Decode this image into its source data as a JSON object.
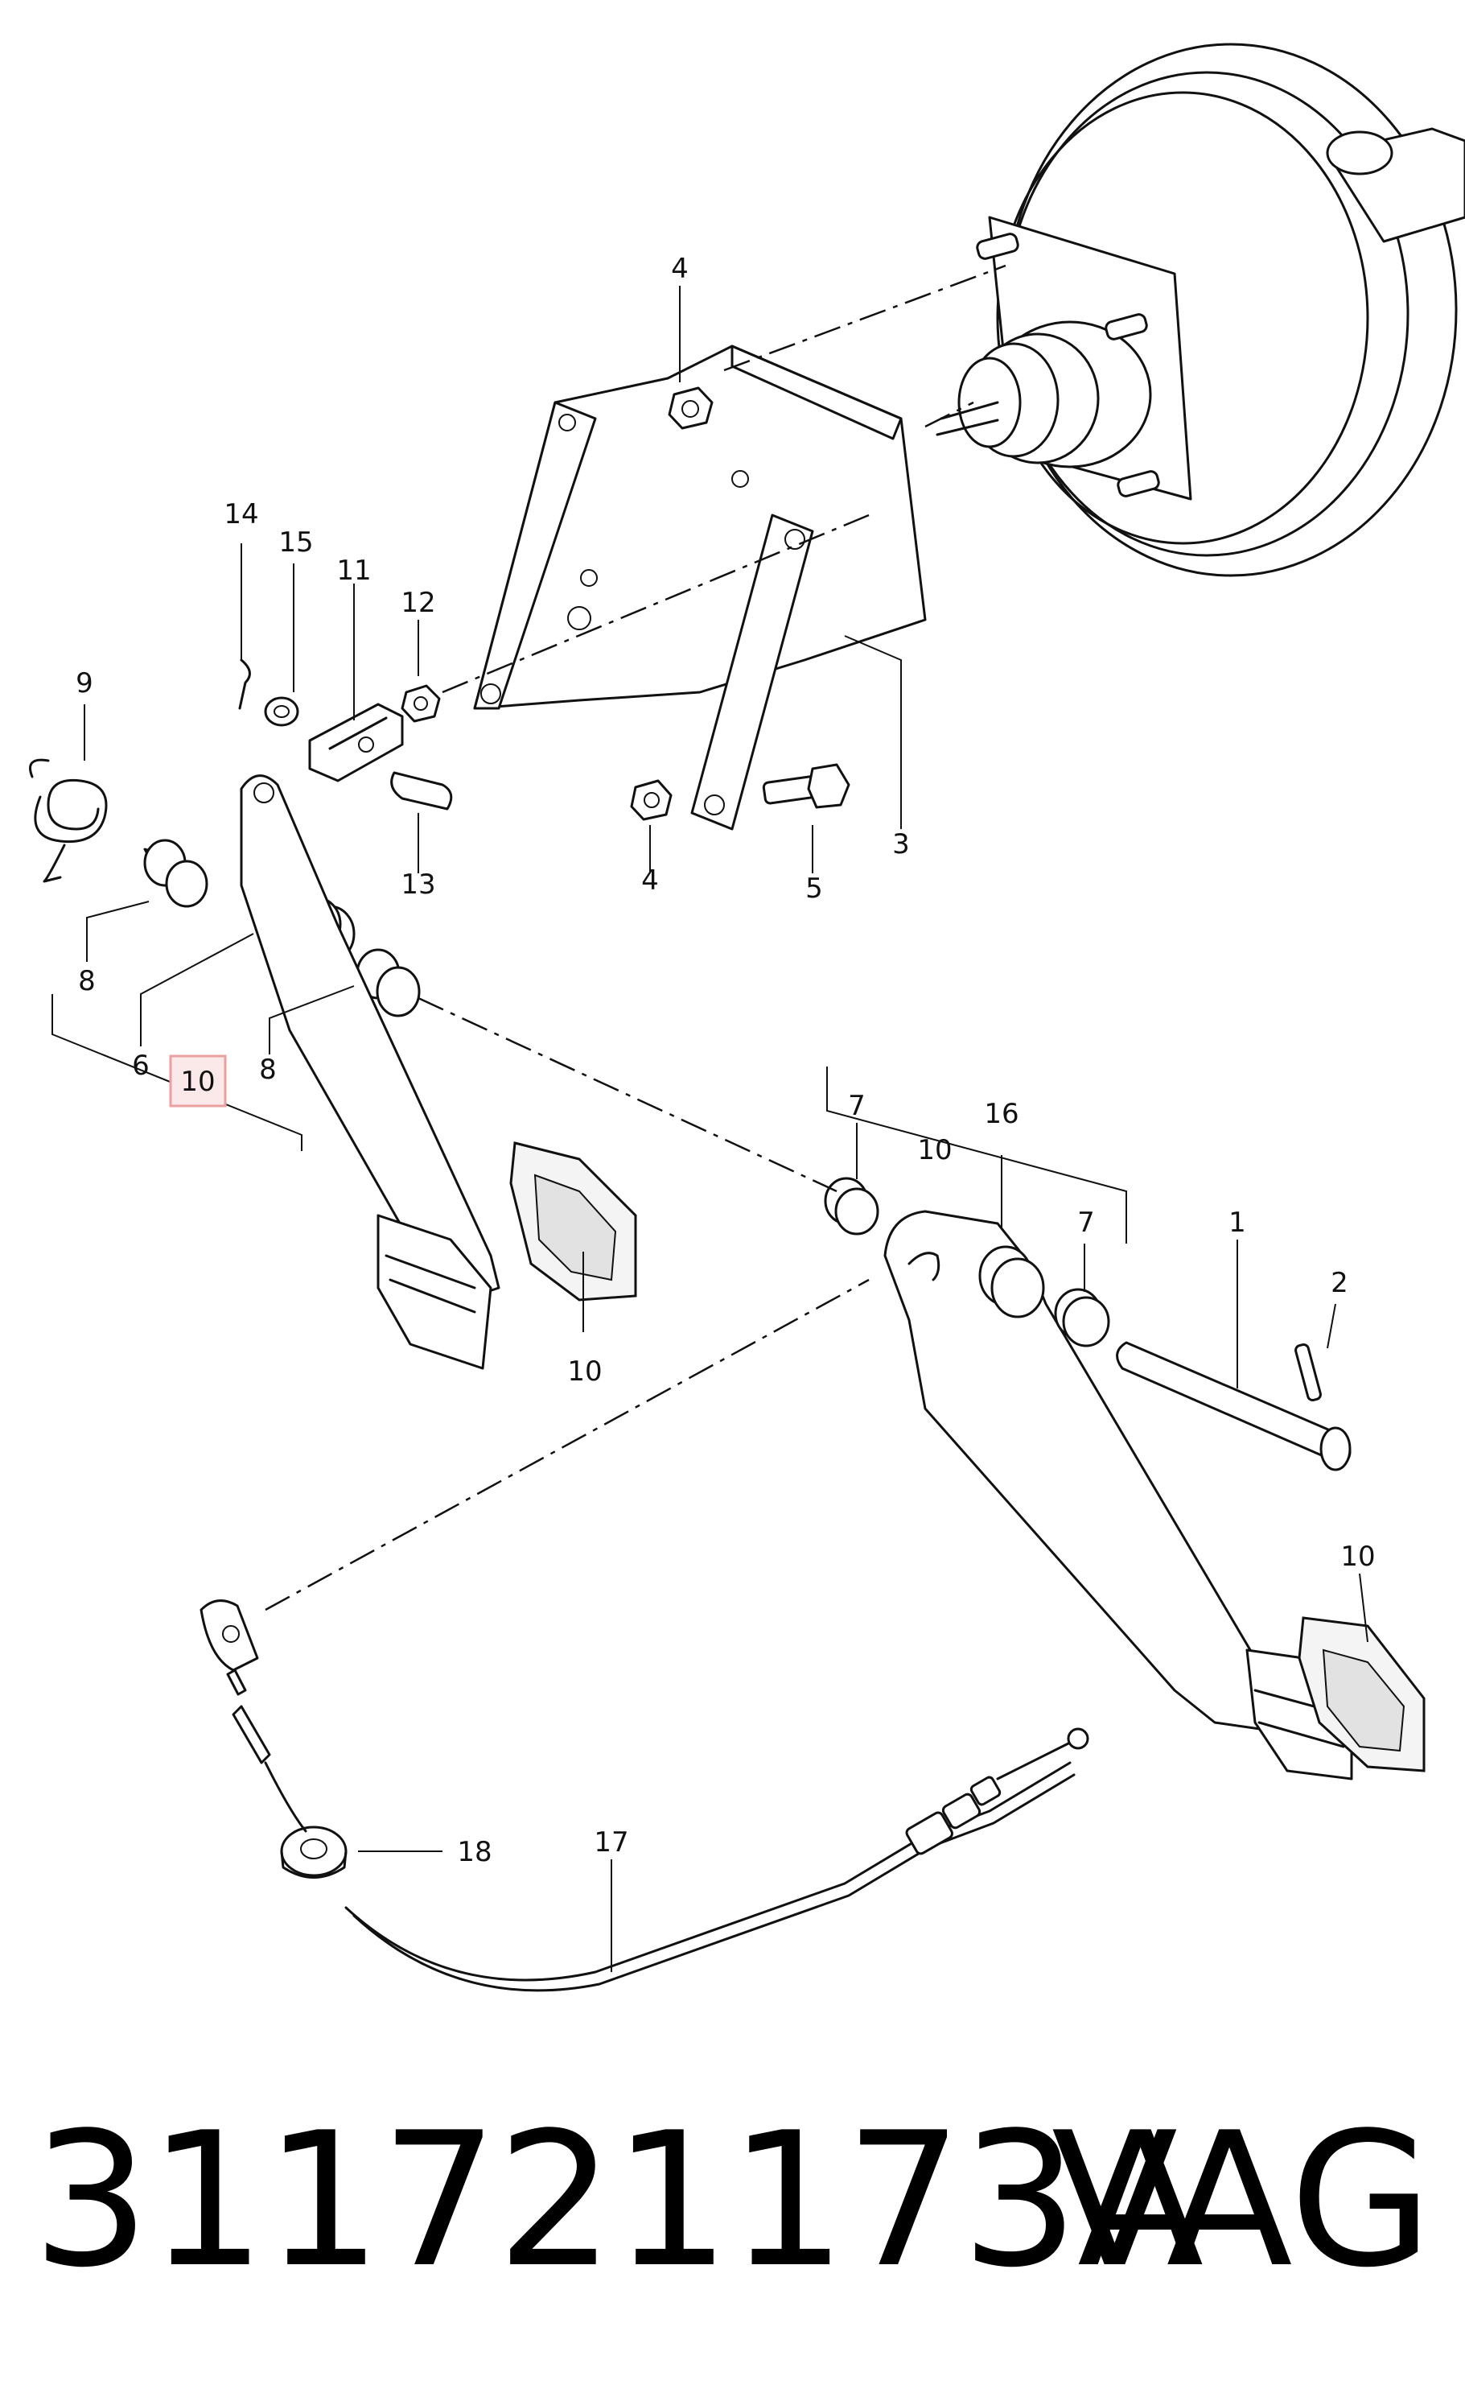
{
  "diagram": {
    "callouts": [
      {
        "id": "c4-top",
        "text": "4"
      },
      {
        "id": "c14",
        "text": "14"
      },
      {
        "id": "c15",
        "text": "15"
      },
      {
        "id": "c11",
        "text": "11"
      },
      {
        "id": "c12",
        "text": "12"
      },
      {
        "id": "c9",
        "text": "9"
      },
      {
        "id": "c13",
        "text": "13"
      },
      {
        "id": "c4-bottom",
        "text": "4"
      },
      {
        "id": "c5",
        "text": "5"
      },
      {
        "id": "c3",
        "text": "3"
      },
      {
        "id": "c8-left",
        "text": "8"
      },
      {
        "id": "c6",
        "text": "6"
      },
      {
        "id": "c10-highlight",
        "text": "10"
      },
      {
        "id": "c8-mid",
        "text": "8"
      },
      {
        "id": "c7-left",
        "text": "7"
      },
      {
        "id": "c10-mid",
        "text": "10"
      },
      {
        "id": "c16",
        "text": "16"
      },
      {
        "id": "c7-right",
        "text": "7"
      },
      {
        "id": "c1",
        "text": "1"
      },
      {
        "id": "c2",
        "text": "2"
      },
      {
        "id": "c10-pad-left",
        "text": "10"
      },
      {
        "id": "c10-pad-right",
        "text": "10"
      },
      {
        "id": "c18",
        "text": "18"
      },
      {
        "id": "c17",
        "text": "17"
      }
    ],
    "highlight_color": "#e8a0a0",
    "highlight_fill": "#fbe9e9"
  },
  "footer": {
    "part_number": "311721173A",
    "brand": "VAG"
  }
}
